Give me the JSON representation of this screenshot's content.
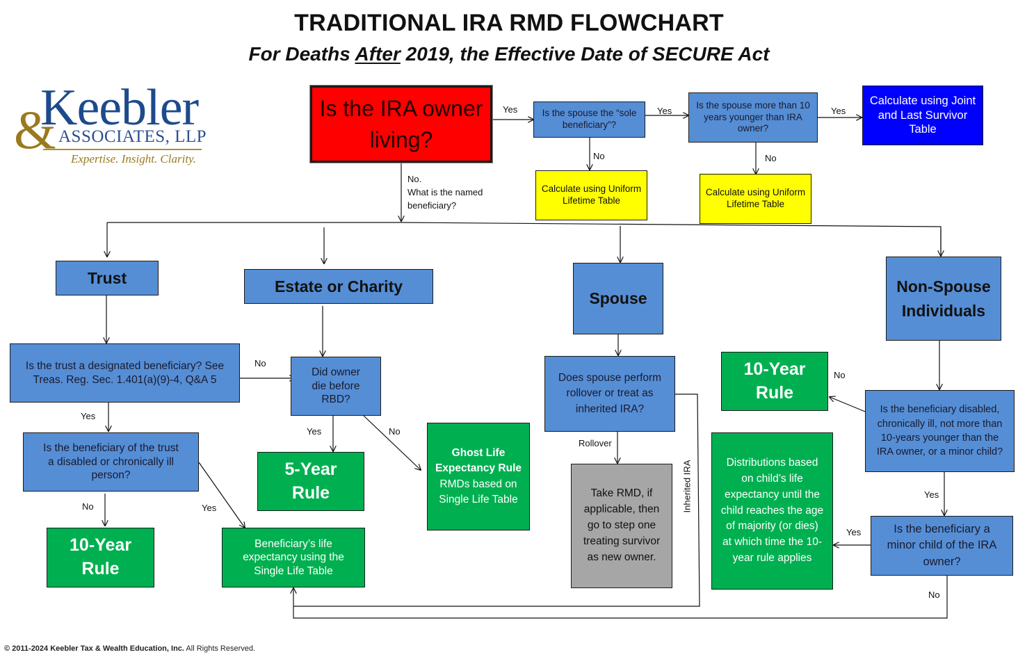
{
  "header": {
    "title": "TRADITIONAL IRA RMD FLOWCHART",
    "subtitle_prefix": "For Deaths ",
    "subtitle_emphasis": "After",
    "subtitle_suffix": " 2019, the Effective Date of SECURE Act"
  },
  "logo": {
    "ampersand": "&",
    "name": "Keebler",
    "associates": "ASSOCIATES, LLP",
    "tagline": "Expertise. Insight. Clarity."
  },
  "nodes": {
    "owner_living": "Is the IRA owner living?",
    "sole_beneficiary": "Is the spouse the “sole beneficiary”?",
    "spouse_younger": "Is the spouse more than 10 years younger than IRA owner?",
    "joint_last_survivor": "Calculate using Joint and Last Survivor Table",
    "uniform_lifetime_1": "Calculate using Uniform Lifetime Table",
    "uniform_lifetime_2": "Calculate using Uniform Lifetime Table",
    "trust": "Trust",
    "estate_charity": "Estate or Charity",
    "spouse": "Spouse",
    "non_spouse": "Non-Spouse Individuals",
    "trust_designated": "Is the trust a designated beneficiary? See Treas. Reg. Sec. 1.401(a)(9)-4, Q&A 5",
    "trust_disabled": "Is the beneficiary of the trust a disabled or chronically ill person?",
    "ten_year_rule_trust": "10-Year Rule",
    "single_life_table": "Beneficiary’s life expectancy using the Single Life Table",
    "die_before_rbd": "Did owner die before RBD?",
    "five_year_rule": "5-Year Rule",
    "ghost_title": "Ghost Life Expectancy Rule",
    "ghost_body": "RMDs based on Single Life Table",
    "rollover_question": "Does spouse perform rollover or treat as inherited IRA?",
    "take_rmd": "Take RMD, if applicable, then go to step one treating survivor as new owner.",
    "ten_year_rule_ns": "10-Year Rule",
    "ns_disabled": "Is the beneficiary disabled, chronically ill, not more than 10-years younger than the IRA owner, or a minor child?",
    "minor_child": "Is the beneficiary a minor child of the IRA owner?",
    "child_distributions": "Distributions based on child’s life expectancy until the child reaches the age of majority (or dies) at which time the 10-year rule applies"
  },
  "edge_labels": {
    "owner_yes": "Yes",
    "owner_no": "No.",
    "owner_no_q1": "What is the named",
    "owner_no_q2": "beneficiary?",
    "sole_yes": "Yes",
    "sole_no": "No",
    "younger_yes": "Yes",
    "younger_no": "No",
    "trust_no": "No",
    "trust_yes": "Yes",
    "trust_dis_no": "No",
    "trust_dis_yes": "Yes",
    "rbd_yes": "Yes",
    "rbd_no": "No",
    "rollover": "Rollover",
    "inherited_ira": "Inherited IRA",
    "ns_no": "No",
    "ns_yes": "Yes",
    "minor_yes": "Yes",
    "minor_no": "No"
  },
  "footer": {
    "copyright_bold": "© 2011-2024 Keebler Tax & Wealth Education, Inc.",
    "copyright_rest": " All Rights Reserved."
  },
  "colors": {
    "question_blue": "#558ed5",
    "outcome_green": "#00b050",
    "table_yellow": "#ffff00",
    "joint_blue": "#0000ff",
    "start_red": "#ff0000",
    "note_gray": "#a6a6a6",
    "logo_blue": "#1d4a8c",
    "logo_gold": "#9a7a1e"
  }
}
